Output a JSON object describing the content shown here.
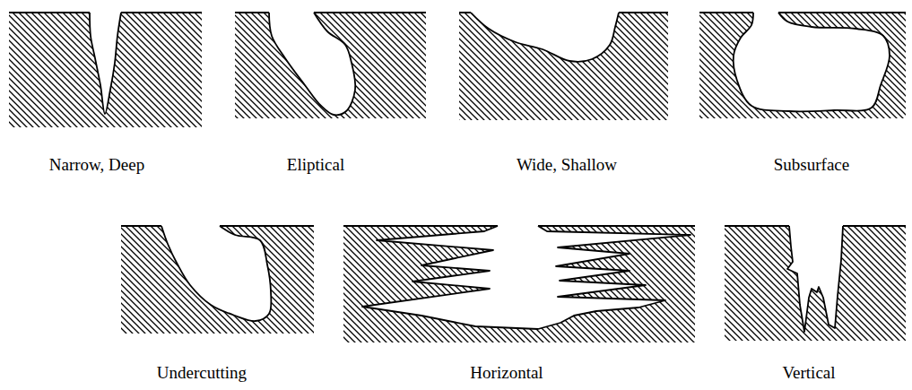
{
  "diagram": {
    "labels": [
      "Narrow, Deep",
      "Eliptical",
      "Wide, Shallow",
      "Subsurface",
      "Undercutting",
      "Horizontal",
      "Vertical"
    ]
  }
}
